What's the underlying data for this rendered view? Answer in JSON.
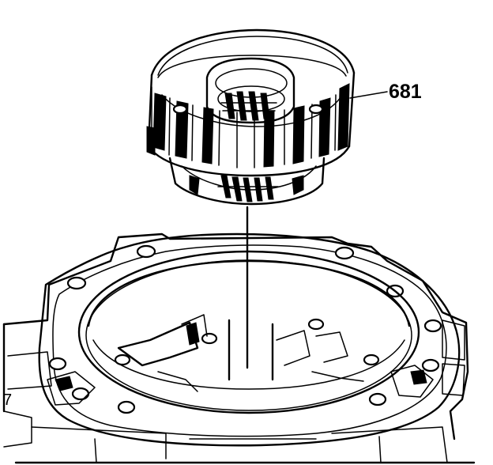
{
  "callouts": [
    {
      "id": "part-681",
      "text": "681"
    }
  ],
  "corner_mark": "7"
}
